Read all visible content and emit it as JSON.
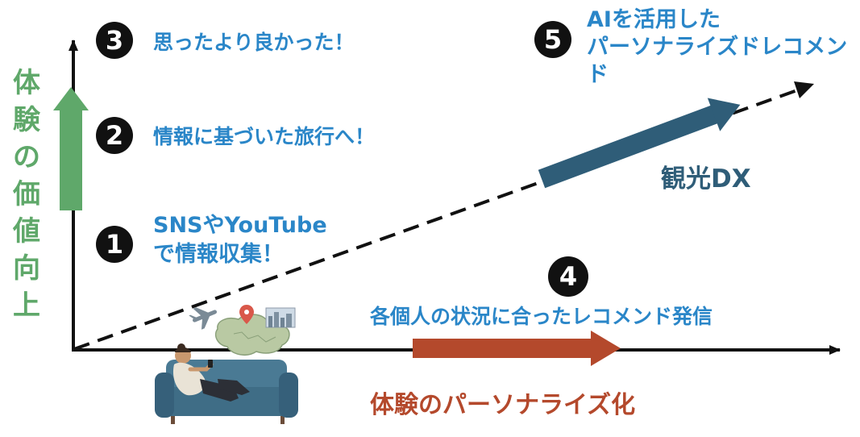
{
  "y_axis_label": [
    "体",
    "験",
    "の",
    "価",
    "値",
    "向",
    "上"
  ],
  "steps": [
    {
      "number": "1",
      "text_lines": [
        "SNSやYouTube",
        "で情報収集！"
      ]
    },
    {
      "number": "2",
      "text": "情報に基づいた旅行へ！"
    },
    {
      "number": "3",
      "text": "思ったより良かった！"
    },
    {
      "number": "4",
      "text": "各個人の状況に合ったレコメンド発信"
    },
    {
      "number": "5",
      "text_lines": [
        "AIを活用した",
        "パーソナライズドレコメンド"
      ]
    }
  ],
  "dx_label": "観光DX",
  "x_axis_label": "体験のパーソナライズ化",
  "colors": {
    "value_arrow": "#5fa86a",
    "dx_arrow": "#2f5d78",
    "personalize_arrow": "#b4492c",
    "text_blue": "#2a86c8",
    "sofa": "#3f6d86"
  },
  "icons": [
    "airplane-icon",
    "map-pin-icon",
    "city-skyline-icon",
    "island-map-icon",
    "person-on-sofa-icon"
  ]
}
